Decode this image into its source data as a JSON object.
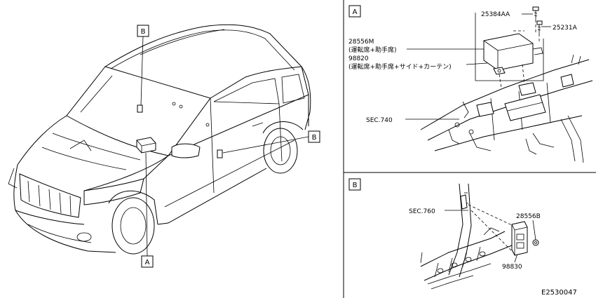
{
  "diagram": {
    "figure_code": "E2530047",
    "callouts": {
      "b_top": "B",
      "b_side": "B",
      "a_bottom": "A"
    },
    "panel_a": {
      "tag": "A",
      "parts": {
        "p25384aa": "25384AA",
        "p25231a": "25231A",
        "p28556m": "28556M",
        "p28556m_note": "(運転席+助手席)",
        "p98820": "98820",
        "p98820_note": "(運転席+助手席+サイド+カーテン)",
        "sec740": "SEC.740"
      }
    },
    "panel_b": {
      "tag": "B",
      "parts": {
        "sec760": "SEC.760",
        "p28556b": "28556B",
        "p98830": "98830"
      }
    }
  }
}
